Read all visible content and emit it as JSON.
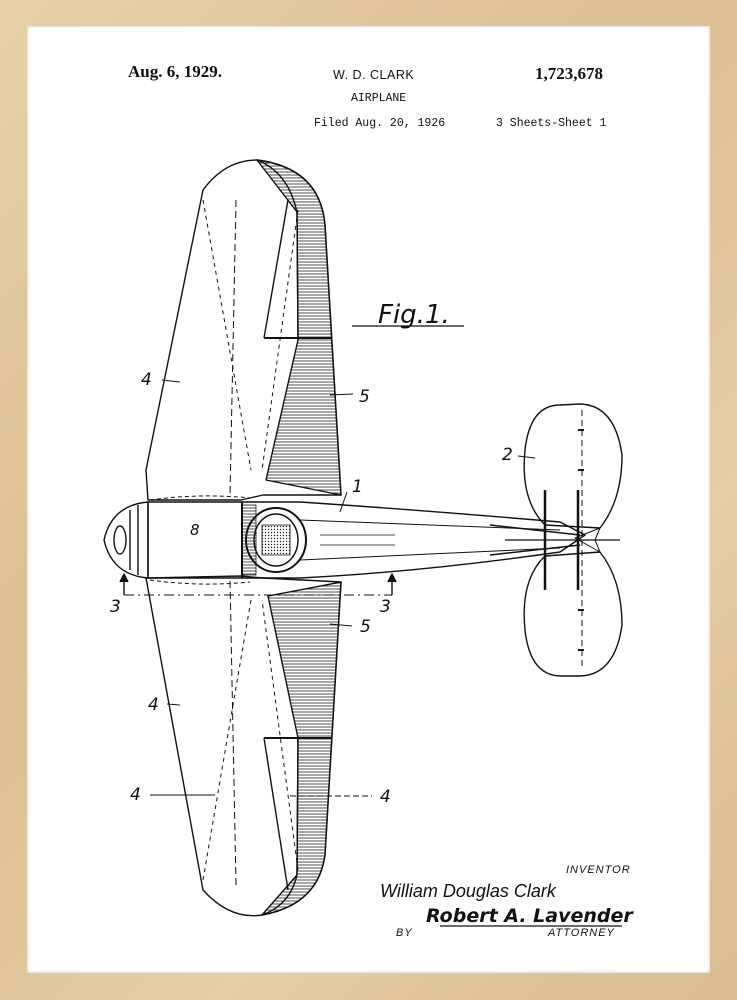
{
  "patent": {
    "date": "Aug. 6, 1929.",
    "inventor_header": "W. D. CLARK",
    "number": "1,723,678",
    "title": "AIRPLANE",
    "filed": "Filed Aug. 20, 1926",
    "sheets": "3 Sheets-Sheet  1"
  },
  "figure": {
    "label": "Fig.1.",
    "refs": {
      "r4a": "4",
      "r5a": "5",
      "r2": "2",
      "r1": "1",
      "r8": "8",
      "r3a": "3",
      "r3b": "3",
      "r5b": "5",
      "r4b": "4",
      "r4c": "4",
      "r4d": "4"
    }
  },
  "signature": {
    "inventor_label": "INVENTOR",
    "inventor_name": "William Douglas Clark",
    "by": "BY",
    "attorney_signature": "Robert A. Lavender",
    "attorney_label": "ATTORNEY"
  }
}
